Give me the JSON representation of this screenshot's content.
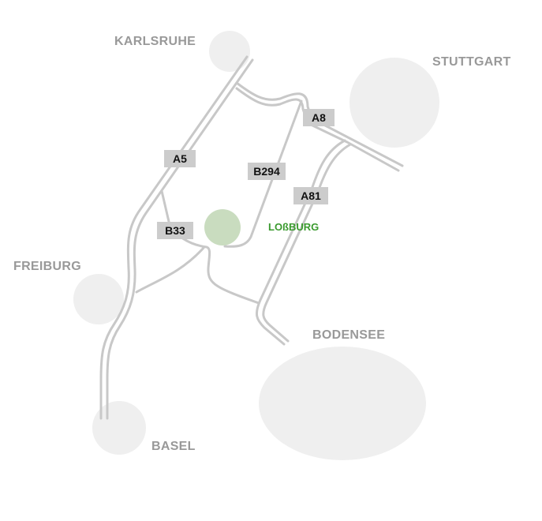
{
  "map": {
    "cities": [
      {
        "id": "karlsruhe",
        "label": "KARLSRUHE"
      },
      {
        "id": "stuttgart",
        "label": "STUTTGART"
      },
      {
        "id": "freiburg",
        "label": "FREIBURG"
      },
      {
        "id": "basel",
        "label": "BASEL"
      },
      {
        "id": "bodensee",
        "label": "BODENSEE"
      }
    ],
    "destination": {
      "label": "LOßBURG",
      "color": "#3a9a2e",
      "marker_color": "#c9dcbf"
    },
    "roads": [
      {
        "id": "a5",
        "label": "A5"
      },
      {
        "id": "a8",
        "label": "A8"
      },
      {
        "id": "a81",
        "label": "A81"
      },
      {
        "id": "b294",
        "label": "B294"
      },
      {
        "id": "b33",
        "label": "B33"
      }
    ],
    "colors": {
      "road": "#c8c8c8",
      "city_circle": "#efefef",
      "label": "#999999",
      "badge": "#cccccc"
    }
  }
}
